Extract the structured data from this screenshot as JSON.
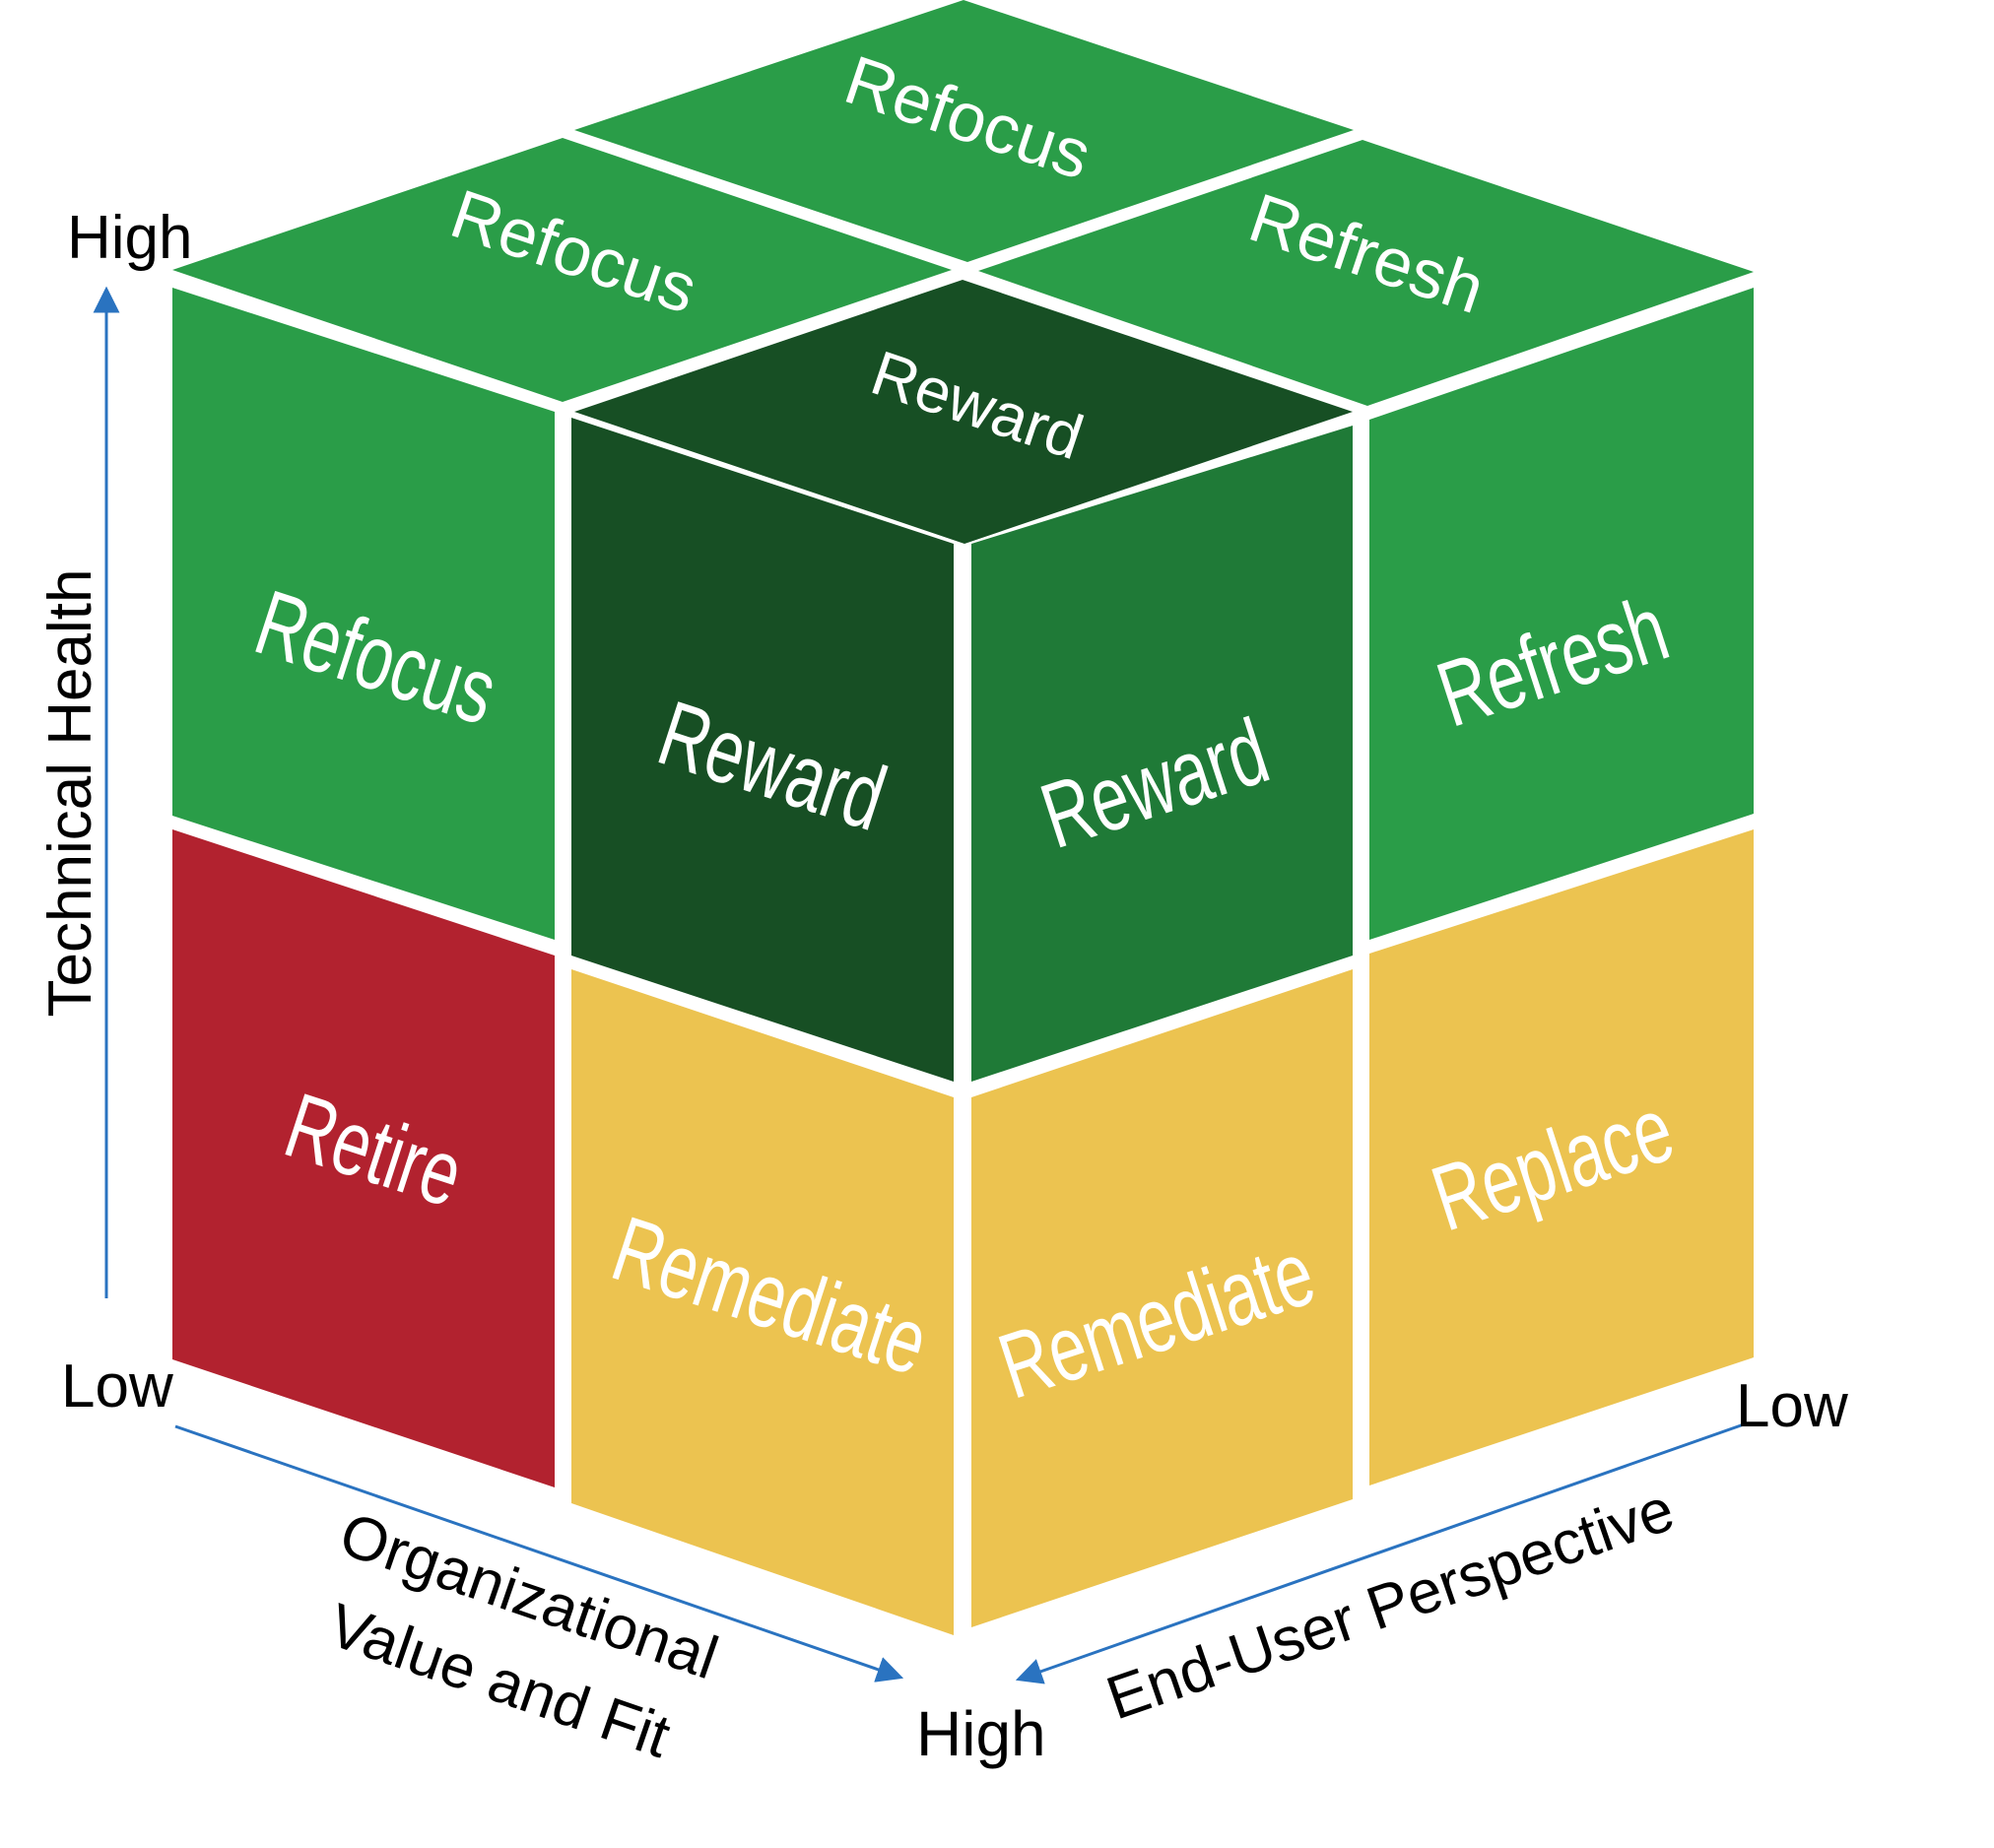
{
  "colors": {
    "green": "#2a9d48",
    "dark_green_left": "#174f24",
    "dark_green_right": "#1f7a37",
    "dark_green_top": "#174f24",
    "red": "#b2222f",
    "yellow": "#ecc350",
    "arrow": "#2a73c0",
    "gap": "#ffffff"
  },
  "cube": {
    "top": {
      "back": {
        "label": "Refocus",
        "color": "green"
      },
      "left": {
        "label": "Refocus",
        "color": "green"
      },
      "right": {
        "label": "Refresh",
        "color": "green"
      },
      "front": {
        "label": "Reward",
        "color": "dark_green_top"
      }
    },
    "left_face": {
      "upper_outer": {
        "label": "Refocus",
        "color": "green"
      },
      "upper_inner": {
        "label": "Reward",
        "color": "dark_green_left"
      },
      "lower_outer": {
        "label": "Retire",
        "color": "red"
      },
      "lower_inner": {
        "label": "Remediate",
        "color": "yellow"
      }
    },
    "right_face": {
      "upper_inner": {
        "label": "Reward",
        "color": "dark_green_right"
      },
      "upper_outer": {
        "label": "Refresh",
        "color": "green"
      },
      "lower_inner": {
        "label": "Remediate",
        "color": "yellow"
      },
      "lower_outer": {
        "label": "Replace",
        "color": "yellow"
      }
    }
  },
  "axes": {
    "vertical": {
      "title": "Technical Health",
      "high": "High",
      "low": "Low"
    },
    "left_axis": {
      "title_line1": "Organizational",
      "title_line2": "Value and Fit",
      "low": "Low",
      "high": "High"
    },
    "right_axis": {
      "title": "End-User Perspective",
      "low": "Low"
    }
  }
}
